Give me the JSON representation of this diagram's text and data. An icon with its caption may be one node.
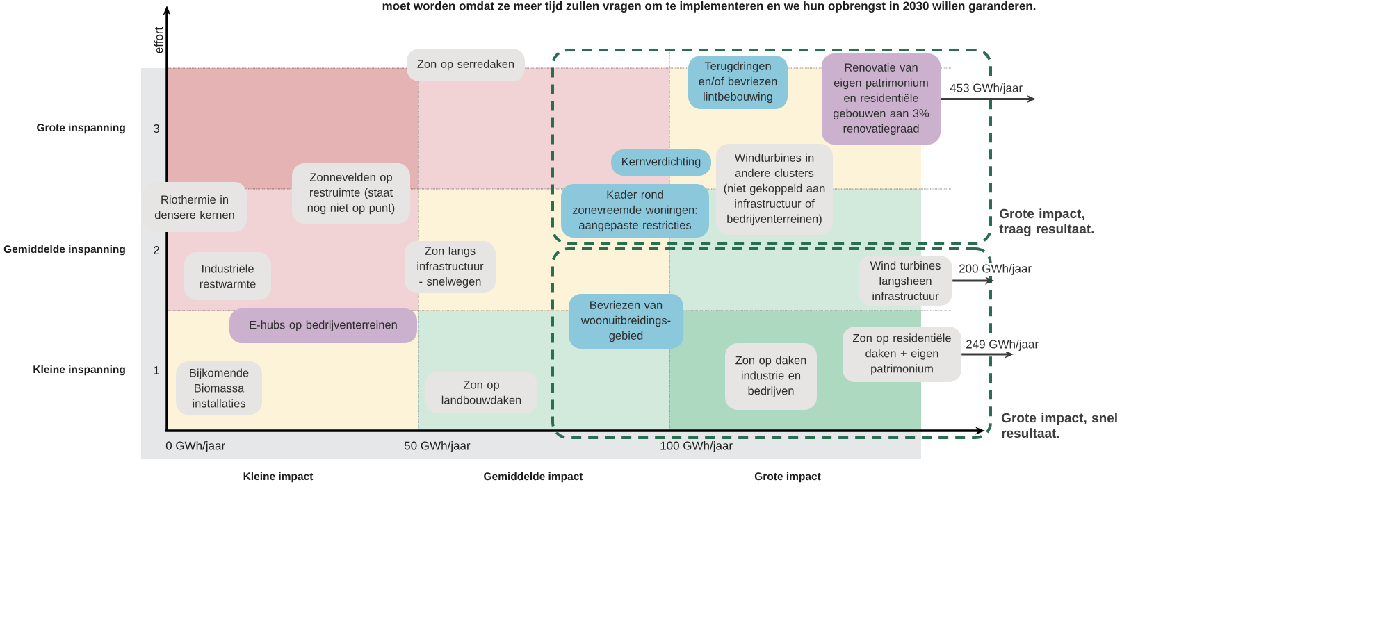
{
  "diagram": {
    "nodes": [
      {
        "text": [
          "Zon op serredaken"
        ]
      },
      {
        "text": [
          "Riothermie in densere kernen"
        ]
      },
      {
        "text": [
          "Zonnevelden op restruimte (staat nog niet op punt)"
        ]
      },
      {
        "text": [
          "Industriële restwarmte"
        ]
      },
      {
        "text": [
          "Zon langs infrastructuur - snelwegen"
        ]
      },
      {
        "text": [
          "E-hubs op bedrijventerreinen"
        ]
      },
      {
        "text": [
          "Bijkomende Biomassa installaties"
        ]
      },
      {
        "text": [
          "Zon op landbouwdaken"
        ]
      },
      {
        "text": [
          "Grote impact, traag resultaat."
        ]
      },
      {
        "text": [
          "Terugdringen en/of bevriezen lintbebouwing"
        ],
        "in": 8
      },
      {
        "text": [
          "Renovatie van eigen patrimonium en residentiële gebouwen aan 3% renovatiegraad"
        ],
        "in": 8
      },
      {
        "text": [
          "Kernverdichting"
        ],
        "in": 8
      },
      {
        "text": [
          "Windturbines in andere clusters (niet gekoppeld aan infrastructuur of bedrijventerreinen)"
        ],
        "in": 8
      },
      {
        "text": [
          "Kader rond zonevreemde woningen: aangepaste restricties"
        ],
        "in": 8
      },
      {
        "text": [
          "Grote impact, snel resultaat."
        ]
      },
      {
        "text": [
          "Wind turbines langsheen infrastructuur"
        ],
        "in": 14
      },
      {
        "text": [
          "Bevriezen van woonuitbreidings- gebied"
        ],
        "in": 14
      },
      {
        "text": [
          "Zon op daken industrie en bedrijven"
        ],
        "in": 14
      },
      {
        "text": [
          "Zon op residentiële daken + eigen patrimonium"
        ],
        "in": 14
      }
    ],
    "edges": [
      {
        "from": 10,
        "to": null,
        "arrow": "to",
        "label": "453 GWh/jaar"
      },
      {
        "from": 15,
        "to": null,
        "arrow": "to",
        "label": "200 GWh/jaar"
      },
      {
        "from": 18,
        "to": null,
        "arrow": "to",
        "label": "249 GWh/jaar"
      }
    ],
    "labels": [
      "moet worden omdat ze meer tijd zullen vragen om te implementeren en we hun opbrengst in 2030 willen garanderen.",
      "effort",
      "Grote inspanning",
      "3",
      "Gemiddelde inspanning",
      "2",
      "Kleine inspanning",
      "1",
      "0 GWh/jaar",
      "50 GWh/jaar",
      "100 GWh/jaar",
      "Kleine impact",
      "Gemiddelde impact",
      "Grote impact"
    ]
  }
}
